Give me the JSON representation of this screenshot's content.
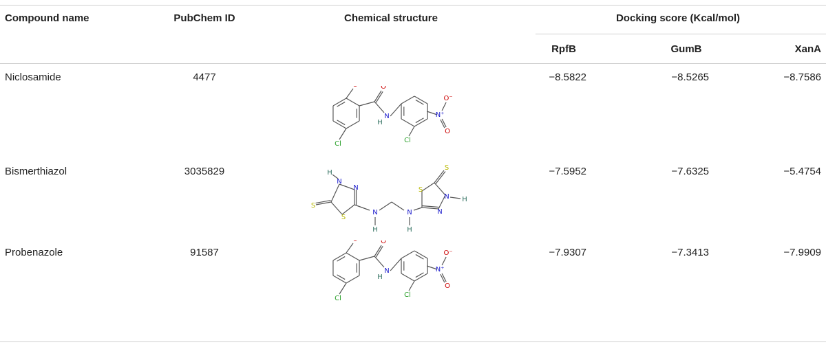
{
  "table": {
    "headers": {
      "compound": "Compound name",
      "pubchem": "PubChem ID",
      "structure": "Chemical structure",
      "docking": "Docking score (Kcal/mol)",
      "rpfb": "RpfB",
      "gumb": "GumB",
      "xana": "XanA"
    },
    "rows": [
      {
        "name": "Niclosamide",
        "pubchem_id": "4477",
        "rpfb": "−8.5822",
        "gumb": "−8.5265",
        "xana": "−8.7586",
        "structure_icon": "niclosamide-structure"
      },
      {
        "name": "Bismerthiazol",
        "pubchem_id": "3035829",
        "rpfb": "−7.5952",
        "gumb": "−7.6325",
        "xana": "−5.4754",
        "structure_icon": "bismerthiazol-structure"
      },
      {
        "name": "Probenazole",
        "pubchem_id": "91587",
        "rpfb": "−7.9307",
        "gumb": "−7.3413",
        "xana": "−7.9909",
        "structure_icon": "niclosamide-like-structure"
      }
    ]
  },
  "atoms": {
    "o": "O",
    "h": "H",
    "n": "N",
    "cl": "Cl",
    "s": "S",
    "nplus": "N⁺",
    "ominus": "O⁻"
  },
  "colors": {
    "bond": "#555555",
    "oxygen": "#cc0000",
    "nitrogen": "#1a1acc",
    "hydrogen": "#2f6f5f",
    "chlorine": "#2aa02a",
    "sulfur": "#b8b800",
    "rule": "#cfcfcf"
  }
}
